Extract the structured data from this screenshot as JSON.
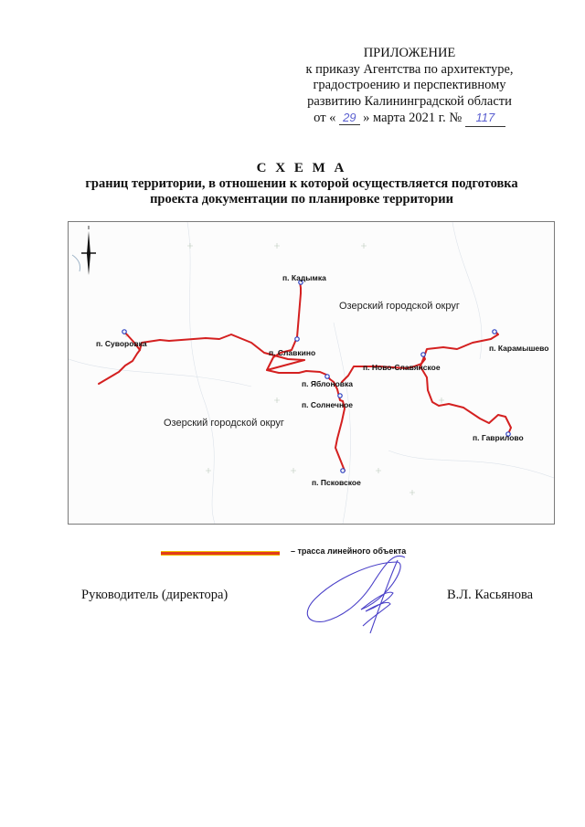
{
  "appendix": {
    "heading": "ПРИЛОЖЕНИЕ",
    "line1": "к приказу Агентства по архитектуре,",
    "line2": "градостроению и перспективному",
    "line3": "развитию Калининградской области",
    "date_prefix": "от «",
    "date_day": "29",
    "date_suffix": "» марта 2021 г. №",
    "order_number": "117"
  },
  "title": {
    "main": "С Х Е М А",
    "line1": "границ территории, в отношении к которой осуществляется подготовка",
    "line2": "проекта документации по планировке территории"
  },
  "map": {
    "region_labels": [
      "Озерский городской округ",
      "Озерский городской округ"
    ],
    "settlements": [
      {
        "name": "п. Кадымка"
      },
      {
        "name": "п. Славкино"
      },
      {
        "name": "п. Суворовка"
      },
      {
        "name": "п. Яблоновка"
      },
      {
        "name": "п. Солнечное"
      },
      {
        "name": "п. Ново-Славянское"
      },
      {
        "name": "п. Карамышево"
      },
      {
        "name": "п. Гаврилово"
      },
      {
        "name": "п. Псковское"
      }
    ],
    "route_color": "#d42020",
    "point_color": "#2a3fc0"
  },
  "legend": {
    "line_color": "#e23a1a",
    "label": "– трасса линейного объекта"
  },
  "signature": {
    "role": "Руководитель (директора)",
    "name": "В.Л. Касьянова"
  }
}
